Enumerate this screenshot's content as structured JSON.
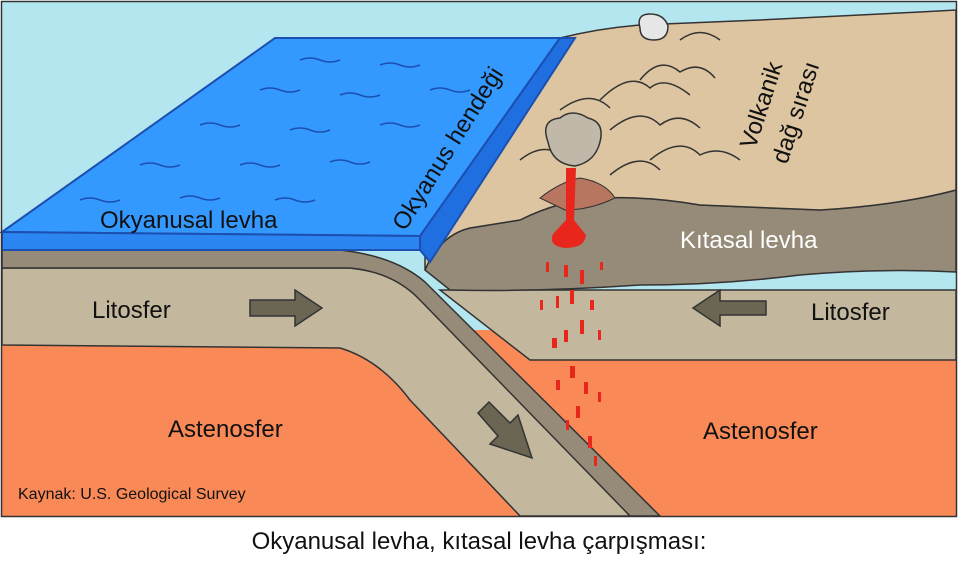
{
  "diagram": {
    "labels": {
      "oceanic_plate": "Okyanusal levha",
      "ocean_trench": "Okyanus hendeği",
      "volcanic_range_line1": "Volkanik",
      "volcanic_range_line2": "dağ sırası",
      "continental_plate": "Kıtasal levha",
      "lithosphere_left": "Litosfer",
      "lithosphere_right": "Litosfer",
      "asthenosphere_left": "Astenosfer",
      "asthenosphere_right": "Astenosfer"
    },
    "source": "Kaynak: U.S. Geological Survey",
    "caption": "Okyanusal levha, kıtasal levha çarpışması:",
    "colors": {
      "sky": "#b4e6f0",
      "ocean": "#3399ff",
      "ocean_side": "#1f6fe0",
      "land": "#dcc5a0",
      "crust": "#958b78",
      "lithosphere": "#c3b89d",
      "asthenosphere": "#f98a58",
      "magma": "#e8261b",
      "arrow": "#6b6554"
    }
  }
}
